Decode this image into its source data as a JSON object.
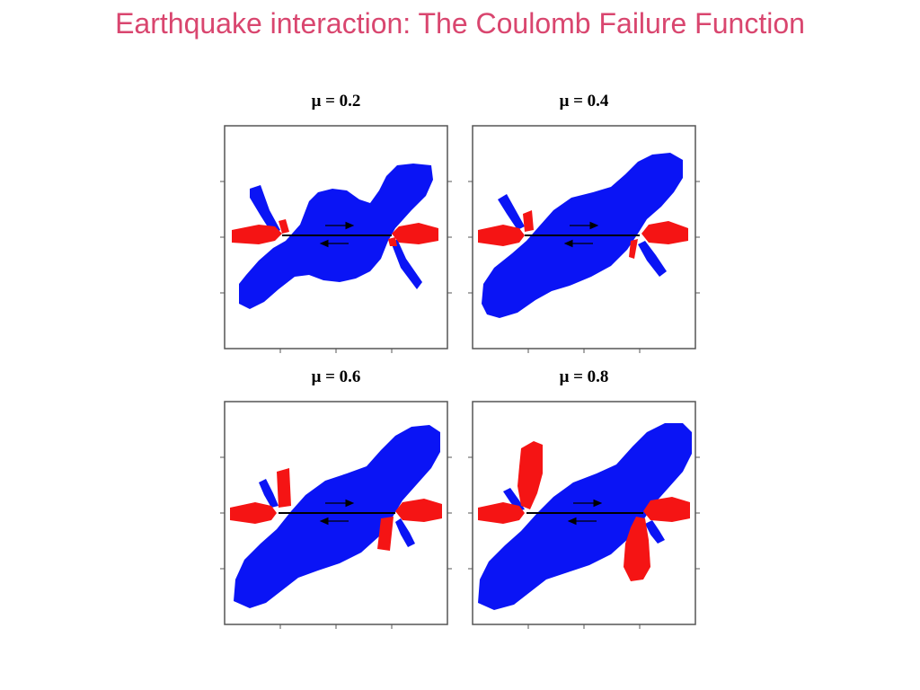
{
  "slide": {
    "title": "Earthquake interaction: The Coulomb Failure Function"
  },
  "panels": [
    {
      "label": "μ = 0.2"
    },
    {
      "label": "μ = 0.4"
    },
    {
      "label": "μ = 0.6"
    },
    {
      "label": "μ = 0.8"
    }
  ],
  "colors": {
    "title": "#d9466f",
    "stress_decrease": "#0a14f5",
    "stress_increase": "#f51414",
    "fault_line": "#000000"
  }
}
